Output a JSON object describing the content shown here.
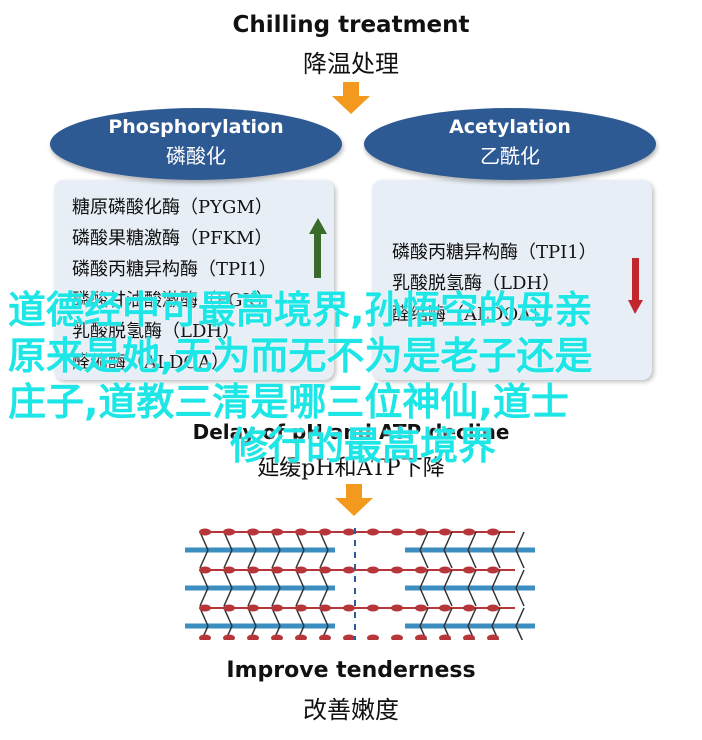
{
  "top": {
    "en": "Chilling treatment",
    "zh": "降温处理"
  },
  "phosphorylation": {
    "en": "Phosphorylation",
    "zh": "磷酸化",
    "enzymes": [
      "糖原磷酸化酶（PYGM）",
      "磷酸果糖激酶（PFKM）",
      "磷酸丙糖异构酶（TPI1）",
      "磷酸甘油酸激酶（PGK）",
      "乳酸脱氢酶（LDH）",
      "醛缩酶（ALDOA）"
    ]
  },
  "acetylation": {
    "en": "Acetylation",
    "zh": "乙酰化",
    "enzymes": [
      "磷酸丙糖异构酶（TPI1）",
      "乳酸脱氢酶（LDH）",
      "醛缩酶（ALDOA）"
    ]
  },
  "middle": {
    "en": "Delay of pH and ATP decline",
    "zh": "延缓pH和ATP下降"
  },
  "bottom": {
    "en": "Improve tenderness",
    "zh": "改善嫩度"
  },
  "overlay_lines": [
    "道德经中可最高境界,孙悟空的母亲",
    "原来是她,无为而无不为是老子还是",
    "庄子,道教三清是哪三位神仙,道士",
    "修行的最高境界"
  ],
  "colors": {
    "ellipse": "#2e5a94",
    "arrow": "#f39a1e",
    "panel": "#e8eef6",
    "up": "#3a6b2a",
    "down": "#c1272d",
    "overlay": "#1fe6e6",
    "actin_red": "#b6363a",
    "actin_blue": "#3c8ec0"
  }
}
